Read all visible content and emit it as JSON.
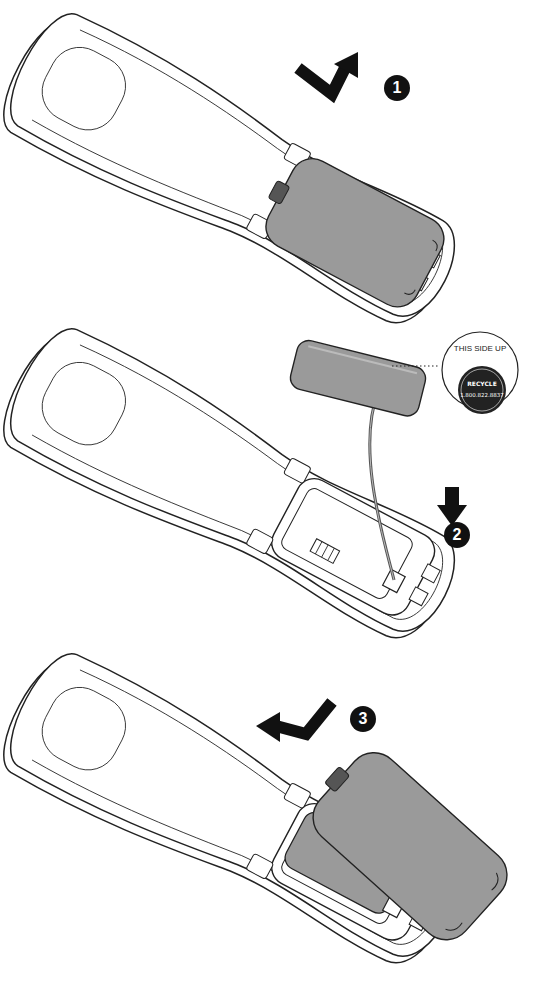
{
  "diagram": {
    "labels": [
      "1",
      "THIS SIDE UP",
      "RECYCLE",
      "1.800.822.8837",
      "2",
      "3"
    ]
  }
}
